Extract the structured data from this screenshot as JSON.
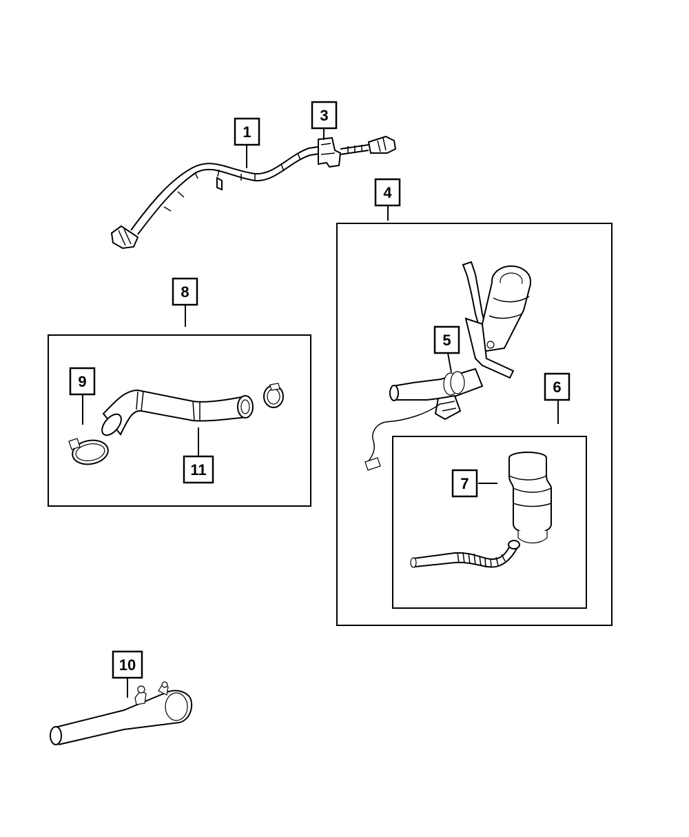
{
  "callouts": {
    "c1": "1",
    "c3": "3",
    "c4": "4",
    "c5": "5",
    "c6": "6",
    "c7": "7",
    "c8": "8",
    "c9": "9",
    "c10": "10",
    "c11": "11"
  }
}
